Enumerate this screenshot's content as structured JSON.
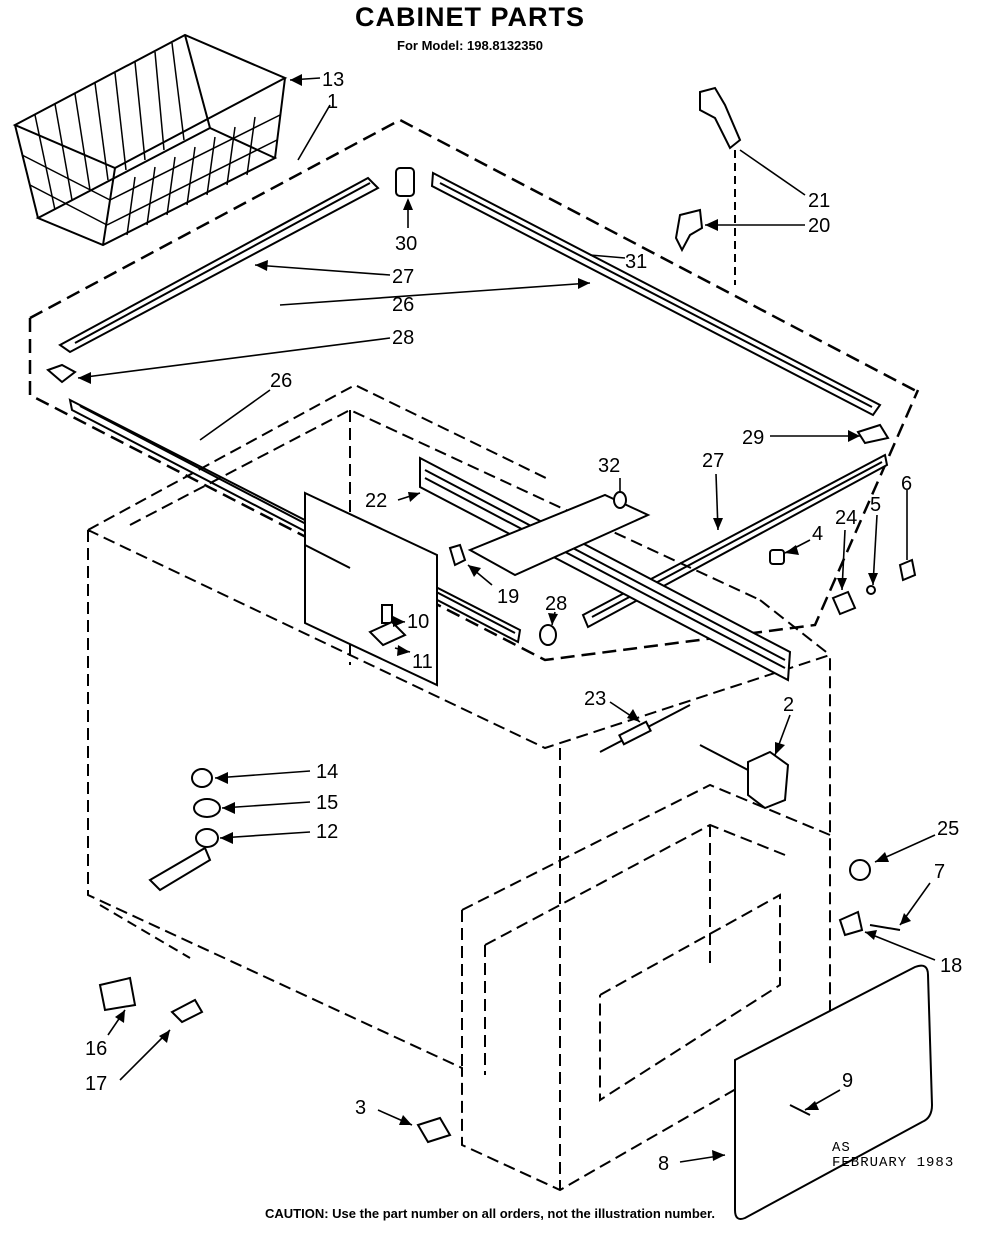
{
  "title": "CABINET PARTS",
  "subtitle": "For Model: 198.8132350",
  "caution": "CAUTION: Use the part number on all orders, not the illustration number.",
  "stamp": {
    "line1": "AS",
    "line2": "FEBRUARY 1983"
  },
  "callouts": {
    "c1": "1",
    "c2": "2",
    "c3": "3",
    "c4": "4",
    "c5": "5",
    "c6": "6",
    "c7": "7",
    "c8": "8",
    "c9": "9",
    "c10": "10",
    "c11": "11",
    "c12": "12",
    "c13": "13",
    "c14": "14",
    "c15": "15",
    "c16": "16",
    "c17": "17",
    "c18": "18",
    "c19": "19",
    "c20": "20",
    "c21": "21",
    "c22": "22",
    "c23": "23",
    "c24": "24",
    "c25": "25",
    "c26a": "26",
    "c26b": "26",
    "c27a": "27",
    "c27b": "27",
    "c28a": "28",
    "c28b": "28",
    "c29": "29",
    "c30": "30",
    "c31": "31",
    "c32": "32"
  }
}
